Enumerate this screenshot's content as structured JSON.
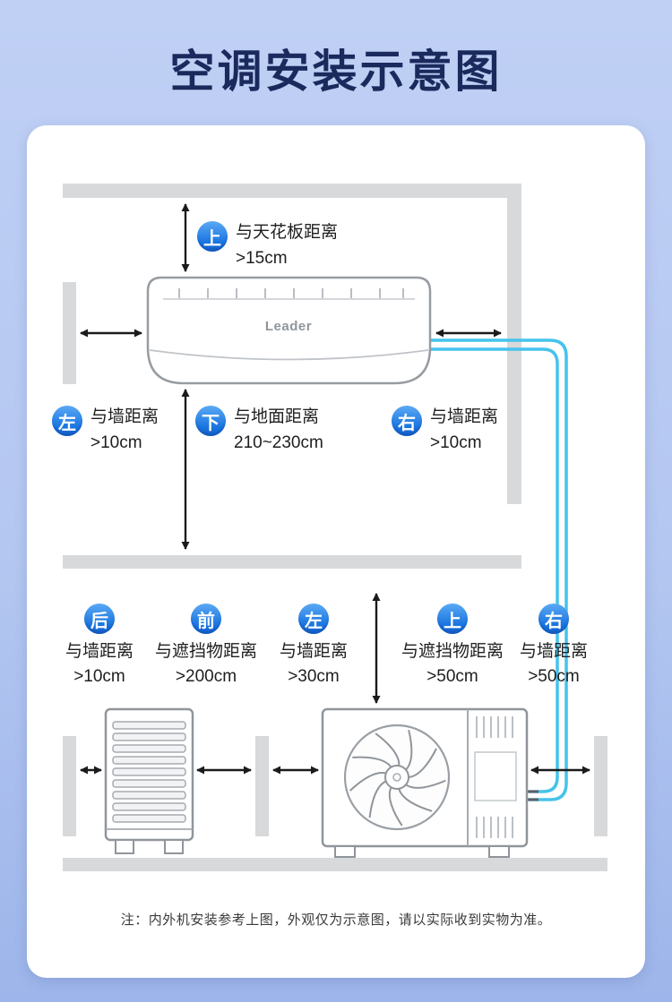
{
  "title": "空调安装示意图",
  "note": "注：内外机安装参考上图，外观仅为示意图，请以实际收到实物为准。",
  "colors": {
    "background_blue": "#b5c8f1",
    "title_navy": "#1b2a5c",
    "badge_blue": "#1f7ce2",
    "pipe_cyan": "#45c3ec",
    "wall_gray": "#d8d9da"
  },
  "indoor": {
    "brand": "Leader",
    "labels": [
      {
        "badge": "上",
        "line1": "与天花板距离",
        "line2": ">15cm"
      },
      {
        "badge": "左",
        "line1": "与墙距离",
        "line2": ">10cm"
      },
      {
        "badge": "下",
        "line1": "与地面距离",
        "line2": "210~230cm"
      },
      {
        "badge": "右",
        "line1": "与墙距离",
        "line2": ">10cm"
      }
    ]
  },
  "outdoor": {
    "labels": [
      {
        "badge": "后",
        "line1": "与墙距离",
        "line2": ">10cm"
      },
      {
        "badge": "前",
        "line1": "与遮挡物距离",
        "line2": ">200cm"
      },
      {
        "badge": "左",
        "line1": "与墙距离",
        "line2": ">30cm"
      },
      {
        "badge": "上",
        "line1": "与遮挡物距离",
        "line2": ">50cm"
      },
      {
        "badge": "右",
        "line1": "与墙距离",
        "line2": ">50cm"
      }
    ]
  }
}
